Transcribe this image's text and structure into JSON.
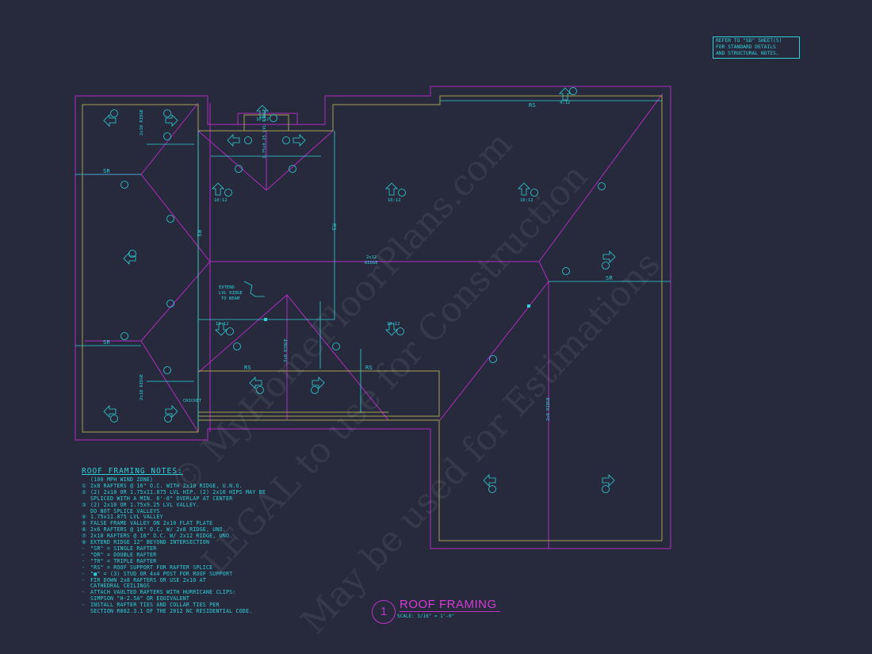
{
  "reference_note": [
    "REFER TO \"SD\" SHEET(S)",
    "FOR STANDARD DETAILS",
    "AND STRUCTURAL NOTES."
  ],
  "title_block": {
    "number": "1",
    "title": "ROOF FRAMING",
    "scale": "SCALE: 3/16\" = 1'-0\""
  },
  "notes": {
    "heading": "ROOF FRAMING NOTES:",
    "subheading": "(100 MPH WIND ZONE)",
    "items": [
      {
        "marker": "①",
        "lines": [
          "2x8 RAFTERS @ 16\" O.C. WITH 2x10 RIDGE, U.N.O."
        ]
      },
      {
        "marker": "②",
        "lines": [
          "(2) 2x10 OR 1.75x11.875 LVL HIP. (2) 2x10 HIPS MAY BE",
          "SPLICED WITH A MIN. 6'-0\" OVERLAP AT CENTER"
        ]
      },
      {
        "marker": "③",
        "lines": [
          "(2) 2x10 OR 1.75x9.25 LVL VALLEY.",
          "DO NOT SPLICE VALLEYS"
        ]
      },
      {
        "marker": "④",
        "lines": [
          "1.75x11.875 LVL VALLEY"
        ]
      },
      {
        "marker": "⑤",
        "lines": [
          "FALSE FRAME VALLEY ON 2x10 FLAT PLATE"
        ]
      },
      {
        "marker": "⑥",
        "lines": [
          "2x6 RAFTERS @ 16\" O.C. W/ 2x8 RIDGE, UNO."
        ]
      },
      {
        "marker": "⑦",
        "lines": [
          "2x10 RAFTERS @ 16\" O.C. W/ 2x12 RIDGE, UNO."
        ]
      },
      {
        "marker": "⑧",
        "lines": [
          "EXTEND RIDGE 12\" BEYOND INTERSECTION"
        ]
      },
      {
        "marker": "-",
        "lines": [
          "\"SR\" = SINGLE RAFTER"
        ]
      },
      {
        "marker": "-",
        "lines": [
          "\"DR\" = DOUBLE RAFTER"
        ]
      },
      {
        "marker": "-",
        "lines": [
          "\"TR\" = TRIPLE RAFTER"
        ]
      },
      {
        "marker": "-",
        "lines": [
          "\"RS\" = ROOF SUPPORT FOR RAFTER SPLICE"
        ]
      },
      {
        "marker": "-",
        "lines": [
          "\"■\" = (3) STUD OR 4x4 POST FOR ROOF SUPPORT"
        ]
      },
      {
        "marker": "-",
        "lines": [
          "FIR DOWN 2x8 RAFTERS OR USE 2x10 AT",
          "CATHEDRAL CEILINGS"
        ]
      },
      {
        "marker": "-",
        "lines": [
          "ATTACH VAULTED RAFTERS WITH HURRICANE CLIPS:",
          "SIMPSON \"H-2.5A\" OR EQUIVALENT"
        ]
      },
      {
        "marker": "-",
        "lines": [
          "INSTALL RAFTER TIES AND COLLAR TIES PER",
          "SECTION R802.3.1 OF THE 2012 NC RESIDENTIAL CODE."
        ]
      }
    ]
  },
  "plan_labels": {
    "ridge_2x12": [
      "2x12",
      "RIDGE"
    ],
    "ridge_2x8": [
      "2x8",
      "RIDGE"
    ],
    "ridge_lvl": [
      "1.75x9.25 LVL",
      "RIDGE"
    ],
    "extend_note": [
      "EXTEND",
      "LVL RIDGE",
      "TO BEAM"
    ],
    "cricket": "CRICKET",
    "sr": "SR",
    "rs": "RS",
    "pitches": [
      "12:12",
      "10:12",
      "4:12"
    ]
  },
  "watermarks": [
    "© MyHomeFloorPlans.com",
    "LEGAL to use for Construction",
    "May be used for Estimations"
  ],
  "colors": {
    "background": "#262a3c",
    "cyan": "#2fd0d8",
    "magenta": "#b02cc0",
    "yellow": "#a8a050"
  }
}
